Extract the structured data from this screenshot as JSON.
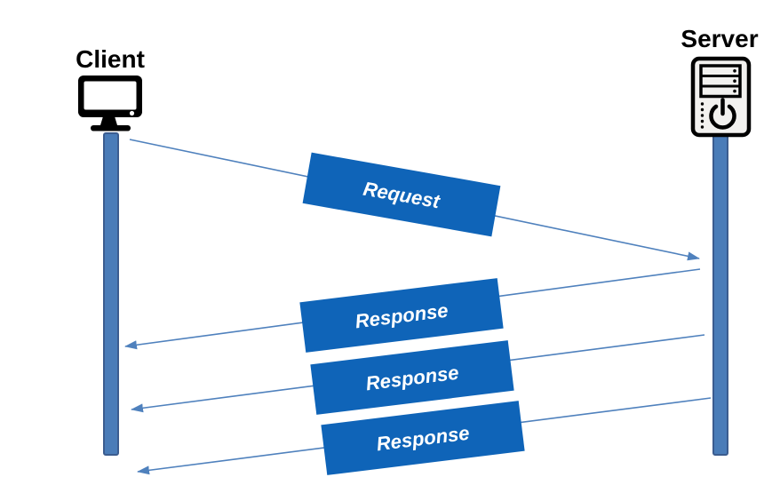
{
  "actors": [
    {
      "name": "Client",
      "icon": "monitor-icon"
    },
    {
      "name": "Server",
      "icon": "server-tower-icon"
    }
  ],
  "messages": [
    {
      "label": "Request",
      "from": "Client",
      "to": "Server",
      "direction": "left-to-right"
    },
    {
      "label": "Response",
      "from": "Server",
      "to": "Client",
      "direction": "right-to-left"
    },
    {
      "label": "Response",
      "from": "Server",
      "to": "Client",
      "direction": "right-to-left"
    },
    {
      "label": "Response",
      "from": "Server",
      "to": "Client",
      "direction": "right-to-left"
    }
  ],
  "colors": {
    "message_box": "#0F64B8",
    "message_text": "#FFFFFF",
    "lifeline_fill": "#4A7CB8",
    "lifeline_border": "#3B5C8F",
    "arrow_line": "#4F81BD",
    "actor_label": "#000000",
    "icon_color": "#000000",
    "server_icon_fill": "#F2F1EF"
  }
}
